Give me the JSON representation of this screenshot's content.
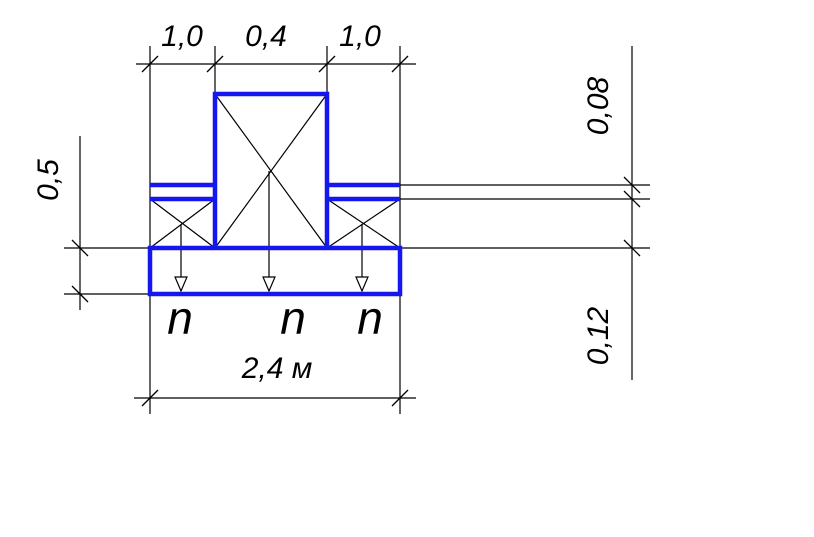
{
  "dimensions": {
    "top_left": "1,0",
    "top_middle": "0,4",
    "top_right": "1,0",
    "overall_width": "2,4 м",
    "left_height": "0,5",
    "right_upper": "0,08",
    "right_lower": "0,12"
  },
  "load_labels": [
    "n",
    "n",
    "n"
  ],
  "colors": {
    "outline": "#1616ee",
    "dimension": "#000000"
  }
}
